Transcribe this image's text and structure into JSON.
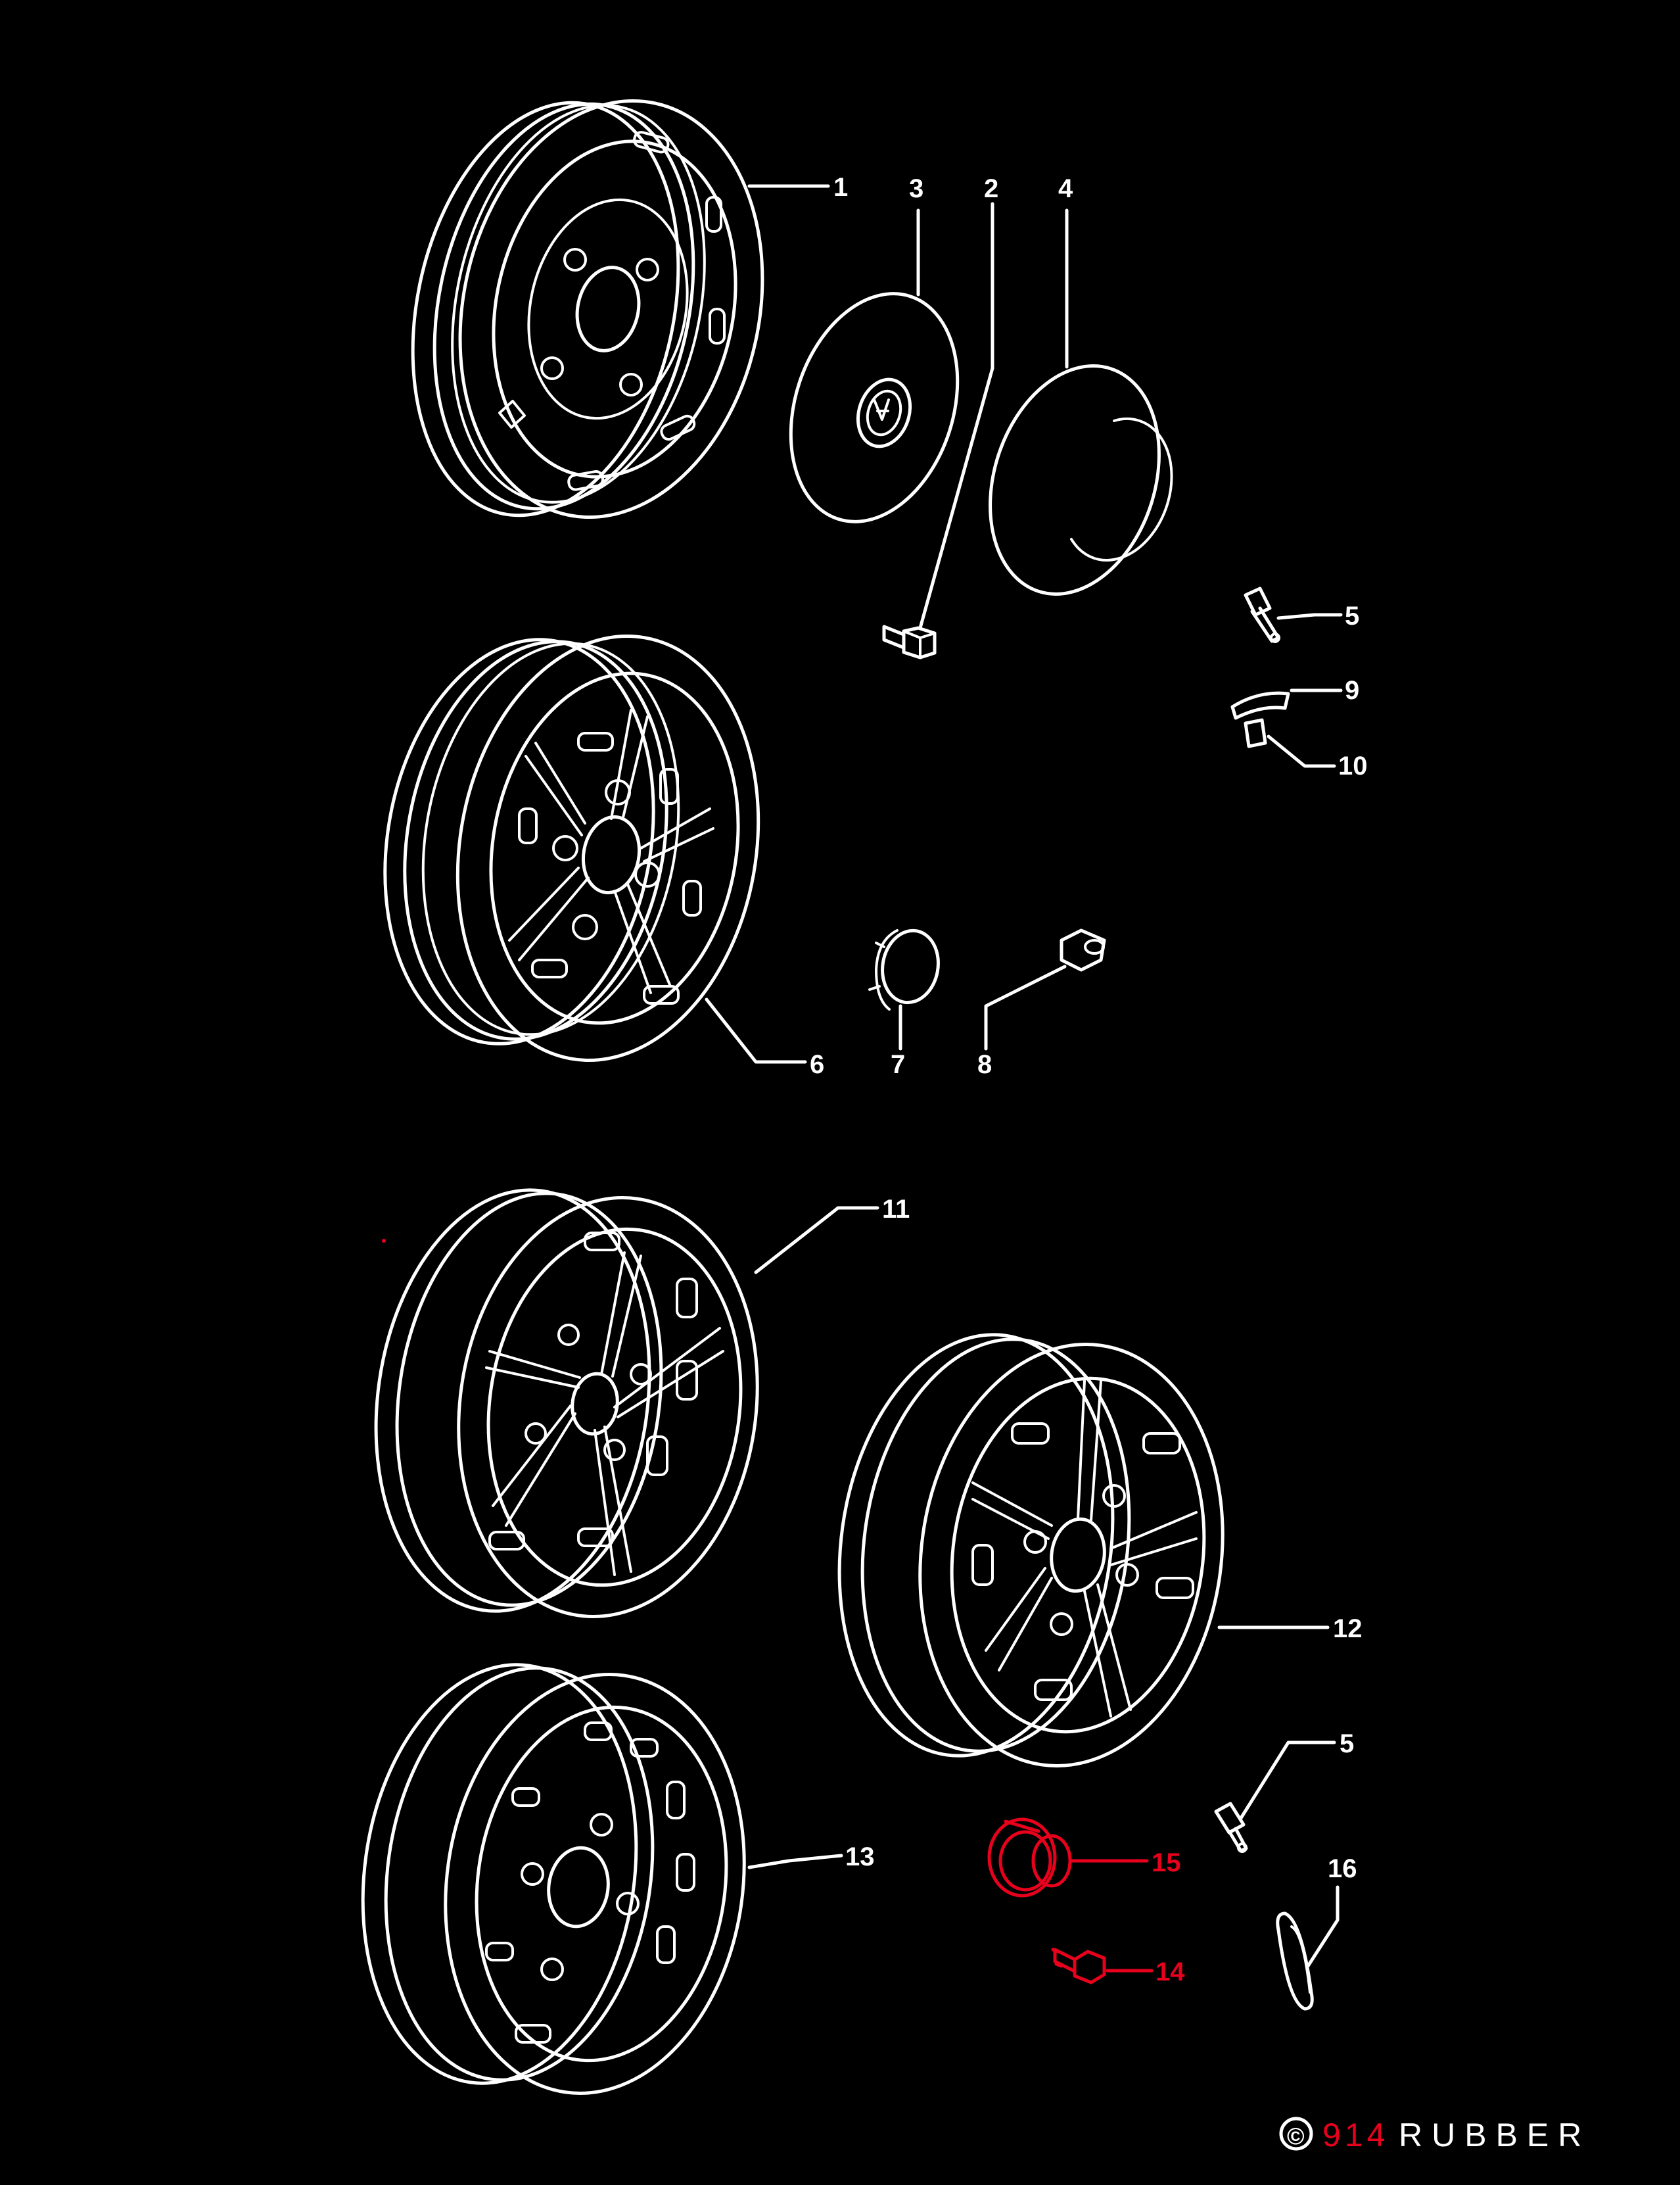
{
  "callouts": [
    {
      "id": "1",
      "label": "1",
      "highlight": false
    },
    {
      "id": "2",
      "label": "2",
      "highlight": false
    },
    {
      "id": "3",
      "label": "3",
      "highlight": false
    },
    {
      "id": "4",
      "label": "4",
      "highlight": false
    },
    {
      "id": "5a",
      "label": "5",
      "highlight": false
    },
    {
      "id": "9",
      "label": "9",
      "highlight": false
    },
    {
      "id": "10",
      "label": "10",
      "highlight": false
    },
    {
      "id": "6",
      "label": "6",
      "highlight": false
    },
    {
      "id": "7",
      "label": "7",
      "highlight": false
    },
    {
      "id": "8",
      "label": "8",
      "highlight": false
    },
    {
      "id": "11",
      "label": "11",
      "highlight": false
    },
    {
      "id": "12",
      "label": "12",
      "highlight": false
    },
    {
      "id": "5b",
      "label": "5",
      "highlight": false
    },
    {
      "id": "13",
      "label": "13",
      "highlight": false
    },
    {
      "id": "15",
      "label": "15",
      "highlight": true
    },
    {
      "id": "16",
      "label": "16",
      "highlight": false
    },
    {
      "id": "14",
      "label": "14",
      "highlight": true
    }
  ],
  "watermark": {
    "symbol": "©",
    "number": "914",
    "brand": "RUBBER"
  },
  "colors": {
    "background": "#000000",
    "line": "#ffffff",
    "highlight": "#e8001c"
  }
}
